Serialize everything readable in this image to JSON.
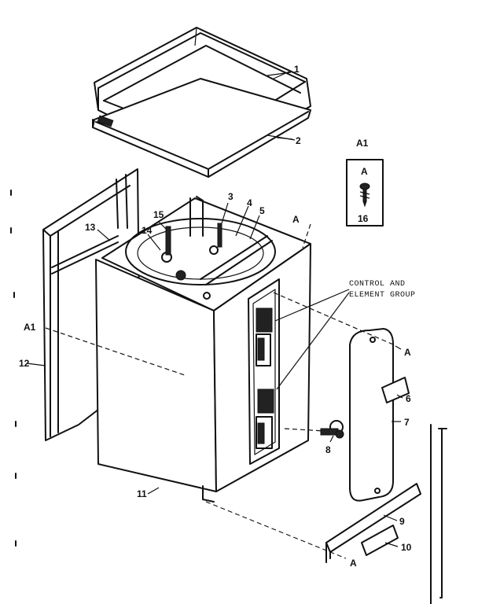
{
  "labels": {
    "p1": "1",
    "p2": "2",
    "p3": "3",
    "p4": "4",
    "p5": "5",
    "p6": "6",
    "p7": "7",
    "p8": "8",
    "p9": "9",
    "p10": "10",
    "p11": "11",
    "p12": "12",
    "p13": "13",
    "p14": "14",
    "p15": "15",
    "p16": "16",
    "a1_header": "A1",
    "a1_box_letter": "A",
    "a1_left": "A1",
    "a_top": "A",
    "a_panel": "A",
    "a_bottom": "A",
    "control_line1": "CONTROL AND",
    "control_line2": "ELEMENT GROUP"
  }
}
